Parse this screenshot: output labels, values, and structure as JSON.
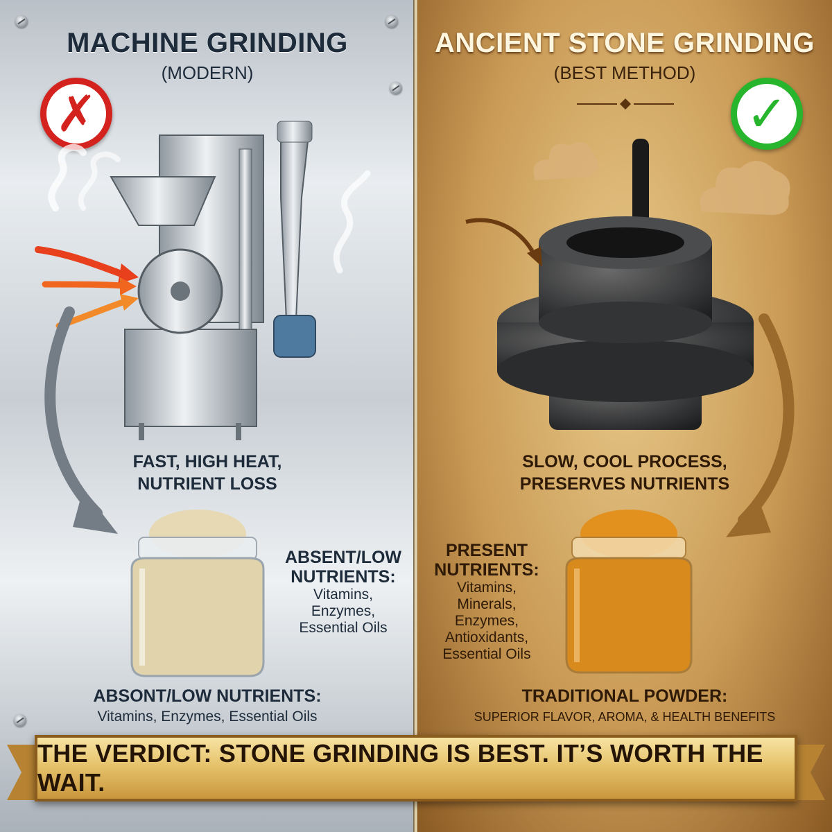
{
  "left": {
    "title": "MACHINE GRINDING",
    "subtitle": "(MODERN)",
    "mark": "✗",
    "caption_line1": "FAST, HIGH HEAT,",
    "caption_line2": "NUTRIENT LOSS",
    "nutrients_head_1": "ABSENT/LOW",
    "nutrients_head_2": "NUTRIENTS:",
    "nutrients": [
      "Vitamins,",
      "Enzymes,",
      "Essential Oils"
    ],
    "bottom_head": "ABSONT/LOW NUTRIENTS:",
    "bottom_sub": "Vitamins, Enzymes, Essential Oils",
    "accent": "#d4221e"
  },
  "right": {
    "title": "ANCIENT STONE GRINDING",
    "subtitle": "(BEST METHOD)",
    "mark": "✓",
    "caption_line1": "SLOW, COOL PROCESS,",
    "caption_line2": "PRESERVES NUTRIENTS",
    "nutrients_head_1": "PRESENT",
    "nutrients_head_2": "NUTRIENTS:",
    "nutrients": [
      "Vitamins,",
      "Minerals,",
      "Enzymes,",
      "Antioxidants,",
      "Essential Oils"
    ],
    "bottom_head": "TRADITIONAL POWDER:",
    "bottom_sub": "SUPERIOR FLAVOR, AROMA, & HEALTH BENEFITS",
    "accent": "#26b52c"
  },
  "banner": {
    "text": "THE VERDICT: STONE GRINDING IS BEST. IT’S WORTH THE WAIT."
  },
  "icons": [
    "x-mark-icon",
    "check-mark-icon",
    "grinder-machine-icon",
    "stone-mill-icon",
    "powder-jar-icon",
    "spice-jar-icon",
    "heat-arrow-icon",
    "steam-icon"
  ]
}
